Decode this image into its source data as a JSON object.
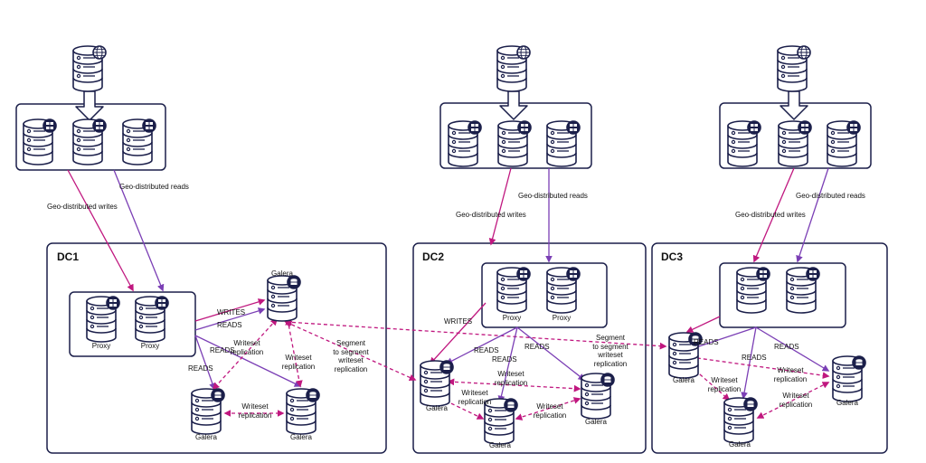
{
  "colors": {
    "navy": "#1b1f4a",
    "magenta": "#c0177f",
    "purple": "#7b3fb5",
    "frame": "#1b1f4a"
  },
  "icons": {
    "geo_db": "database-globe-icon",
    "lb_db": "database-load-balancer-icon",
    "galera_db": "database-galera-icon",
    "arrow": "down-arrow-icon"
  },
  "dcs": {
    "dc1": "DC1",
    "dc2": "DC2",
    "dc3": "DC3"
  },
  "labels": {
    "geo_writes": "Geo-distributed writes",
    "geo_reads": "Geo-distributed reads",
    "proxy": "Proxy",
    "galera": "Galera",
    "writes": "WRITES",
    "reads": "READS",
    "writeset1": "Writeset",
    "writeset2": "replication",
    "segment1": "Segment",
    "segment2": "to segment",
    "segment3": "writeset",
    "segment4": "replication"
  }
}
